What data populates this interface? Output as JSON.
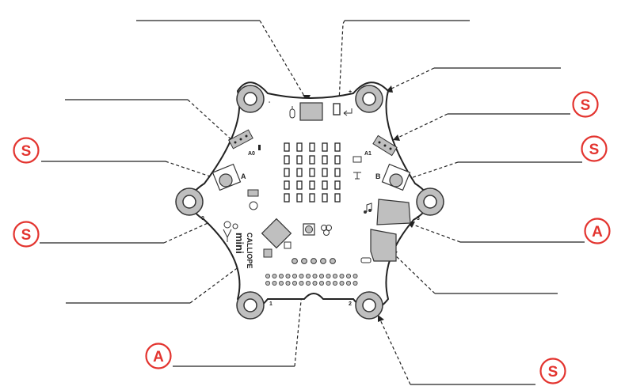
{
  "markers": [
    {
      "id": "m1",
      "text": "S"
    },
    {
      "id": "m2",
      "text": "S"
    },
    {
      "id": "m3",
      "text": "S"
    },
    {
      "id": "m4",
      "text": "S"
    },
    {
      "id": "m5",
      "text": "A"
    },
    {
      "id": "m6",
      "text": "A"
    },
    {
      "id": "m7",
      "text": "S"
    }
  ],
  "board": {
    "pin_labels": [
      "-",
      "+",
      "0",
      "3",
      "1",
      "2"
    ],
    "pad_labels": [
      "A0",
      "A1"
    ],
    "button_labels": [
      "A",
      "B"
    ],
    "brand_lines": [
      "CALLIOPE",
      "mini"
    ]
  },
  "colors": {
    "marker_red": "#e3342f",
    "line": "#222222",
    "board_fill": "#ffffff",
    "pad_fill": "#bfbfbf",
    "dark_fill": "#777777"
  }
}
